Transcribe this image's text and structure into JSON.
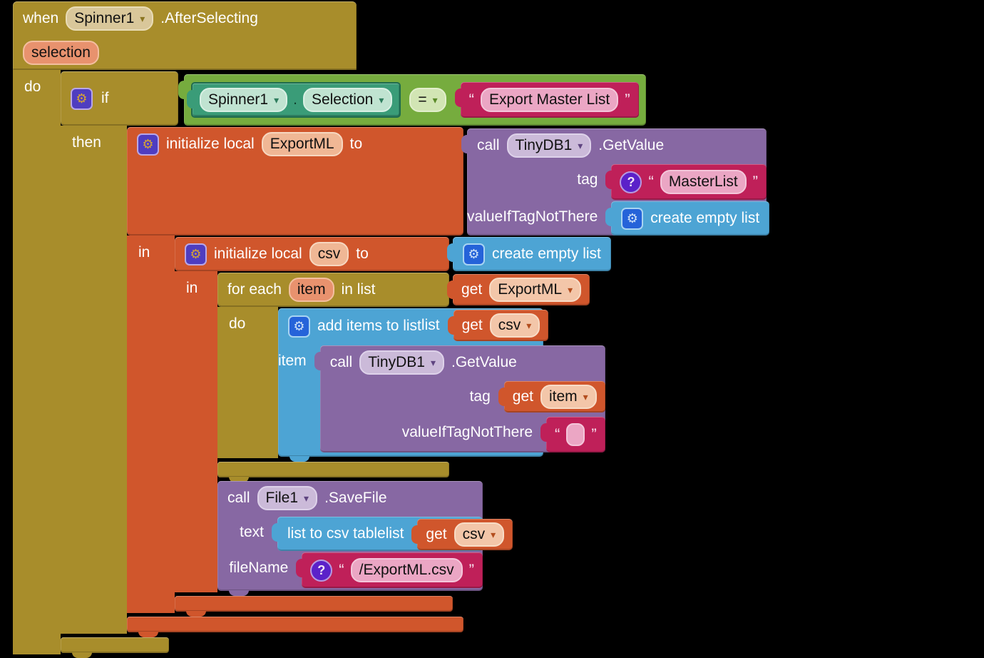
{
  "colors": {
    "event_control_olive": "#a88d2b",
    "variables_orange": "#d0562c",
    "component_purple": "#8768a3",
    "text_pink": "#bf2059",
    "lists_blue": "#4da4d4",
    "logic_green": "#76ac3e",
    "getter_teal": "#3a9c78"
  },
  "icons": {
    "gear": "⚙",
    "help": "?",
    "dropdown": "▾",
    "quote_open": "“",
    "quote_close": "”"
  },
  "when": {
    "kw": "when",
    "component": "Spinner1",
    "event": ".AfterSelecting",
    "param": "selection",
    "do_label": "do"
  },
  "if_block": {
    "kw": "if",
    "then_label": "then"
  },
  "condition": {
    "component": "Spinner1",
    "dot": ".",
    "property": "Selection",
    "operator": "=",
    "compare_text": "Export Master List"
  },
  "init_exportml": {
    "kw1": "initialize local",
    "name": "ExportML",
    "kw2": "to",
    "in_label": "in"
  },
  "tinydb_call_1": {
    "kw": "call",
    "component": "TinyDB1",
    "method": ".GetValue",
    "tag_label": "tag",
    "default_label": "valueIfTagNotThere",
    "tag_text": "MasterList"
  },
  "create_empty_list_1": {
    "label": "create empty list"
  },
  "init_csv": {
    "kw1": "initialize local",
    "name": "csv",
    "kw2": "to",
    "in_label": "in"
  },
  "create_empty_list_2": {
    "label": "create empty list"
  },
  "for_each": {
    "kw1": "for each",
    "var_name": "item",
    "kw2": "in list",
    "do_label": "do"
  },
  "get_exportml": {
    "kw": "get",
    "name": "ExportML"
  },
  "add_items": {
    "label": "add items to list",
    "list_label": "list",
    "item_label": "item"
  },
  "get_csv_1": {
    "kw": "get",
    "name": "csv"
  },
  "tinydb_call_2": {
    "kw": "call",
    "component": "TinyDB1",
    "method": ".GetValue",
    "tag_label": "tag",
    "default_label": "valueIfTagNotThere",
    "empty_text": ""
  },
  "get_item": {
    "kw": "get",
    "name": "item"
  },
  "save_file": {
    "kw": "call",
    "component": "File1",
    "method": ".SaveFile",
    "text_label": "text",
    "filename_label": "fileName"
  },
  "list_to_csv": {
    "label": "list to csv table",
    "list_label": "list"
  },
  "get_csv_2": {
    "kw": "get",
    "name": "csv"
  },
  "filename_text": {
    "value": "/ExportML.csv"
  }
}
